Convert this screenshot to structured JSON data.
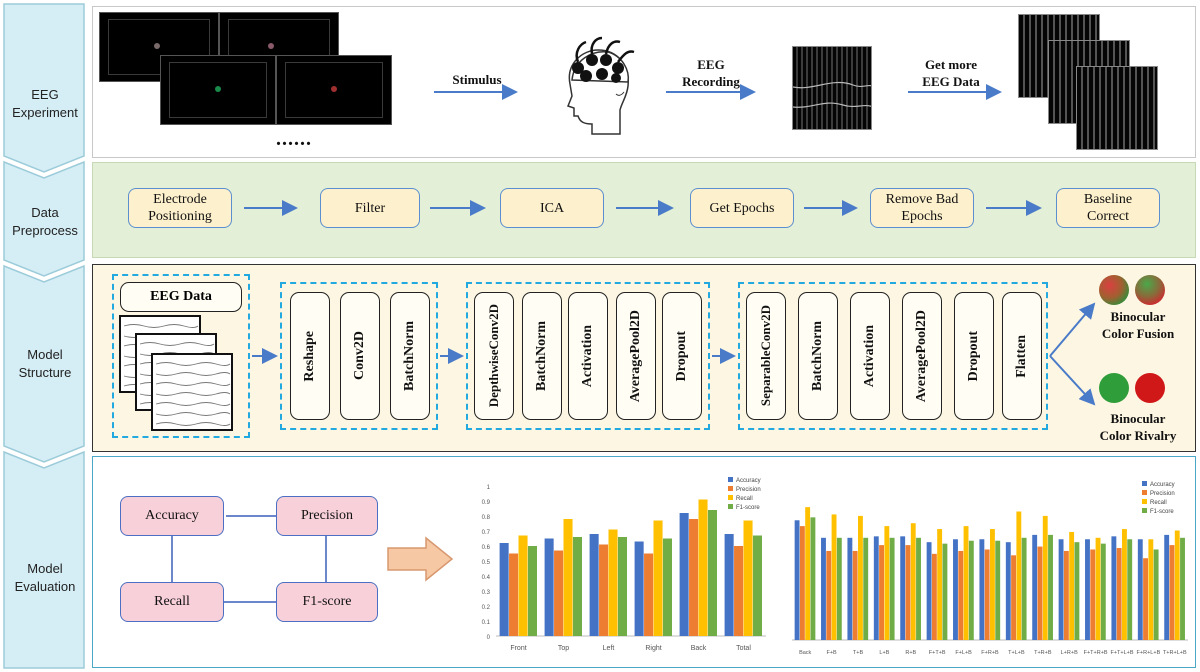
{
  "rows": {
    "experiment": "EEG\nExperiment",
    "preprocess": "Data\nPreprocess",
    "model": "Model\nStructure",
    "evaluation": "Model\nEvaluation"
  },
  "experiment": {
    "ellipsis": "......",
    "stimulus": "Stimulus",
    "recording": "EEG\nRecording",
    "more": "Get more\nEEG Data"
  },
  "preprocess": {
    "steps": [
      "Electrode\nPositioning",
      "Filter",
      "ICA",
      "Get Epochs",
      "Remove Bad\nEpochs",
      "Baseline\nCorrect"
    ]
  },
  "model": {
    "input_label": "EEG Data",
    "block1": [
      "Reshape",
      "Conv2D",
      "BatchNorm"
    ],
    "block2": [
      "DepthwiseConv2D",
      "BatchNorm",
      "Activation",
      "AveragePool2D",
      "Dropout"
    ],
    "block3": [
      "SeparableConv2D",
      "BatchNorm",
      "Activation",
      "AveragePool2D",
      "Dropout",
      "Flatten"
    ],
    "output_fusion": "Binocular\nColor Fusion",
    "output_rivalry": "Binocular\nColor Rivalry"
  },
  "evaluation": {
    "metrics": [
      "Accuracy",
      "Precision",
      "Recall",
      "F1-score"
    ]
  },
  "colors": {
    "accuracy": "#4472c4",
    "precision": "#ed7d31",
    "recall": "#ffc000",
    "f1": "#70ad47"
  },
  "chart_data": [
    {
      "type": "bar",
      "categories": [
        "Front",
        "Top",
        "Left",
        "Right",
        "Back",
        "Total"
      ],
      "yticks": [
        "0",
        "0.1",
        "0.2",
        "0.3",
        "0.4",
        "0.5",
        "0.6",
        "0.7",
        "0.8",
        "0.9",
        "1"
      ],
      "ylim": [
        0,
        1
      ],
      "legend": "top-right",
      "series": [
        {
          "name": "Accuracy",
          "values": [
            0.62,
            0.65,
            0.68,
            0.63,
            0.82,
            0.68
          ]
        },
        {
          "name": "Precision",
          "values": [
            0.55,
            0.57,
            0.61,
            0.55,
            0.78,
            0.6
          ]
        },
        {
          "name": "Recall",
          "values": [
            0.67,
            0.78,
            0.71,
            0.77,
            0.91,
            0.77
          ]
        },
        {
          "name": "F1-score",
          "values": [
            0.6,
            0.66,
            0.66,
            0.65,
            0.84,
            0.67
          ]
        }
      ]
    },
    {
      "type": "bar",
      "categories": [
        "Back",
        "F+B",
        "T+B",
        "L+B",
        "R+B",
        "F+T+B",
        "F+L+B",
        "F+R+B",
        "T+L+B",
        "T+R+B",
        "L+R+B",
        "F+T+R+B",
        "F+T+L+B",
        "F+R+L+B",
        "T+R+L+B"
      ],
      "ylim": [
        0,
        1
      ],
      "legend": "top-right",
      "series": [
        {
          "name": "Accuracy",
          "values": [
            0.82,
            0.7,
            0.7,
            0.71,
            0.71,
            0.67,
            0.69,
            0.69,
            0.67,
            0.72,
            0.69,
            0.69,
            0.71,
            0.69,
            0.72
          ]
        },
        {
          "name": "Precision",
          "values": [
            0.78,
            0.61,
            0.61,
            0.65,
            0.65,
            0.59,
            0.61,
            0.62,
            0.58,
            0.64,
            0.61,
            0.62,
            0.63,
            0.56,
            0.65
          ]
        },
        {
          "name": "Recall",
          "values": [
            0.91,
            0.86,
            0.85,
            0.78,
            0.8,
            0.76,
            0.78,
            0.76,
            0.88,
            0.85,
            0.74,
            0.7,
            0.76,
            0.69,
            0.75
          ]
        },
        {
          "name": "F1-score",
          "values": [
            0.84,
            0.7,
            0.7,
            0.7,
            0.7,
            0.66,
            0.68,
            0.68,
            0.7,
            0.72,
            0.67,
            0.66,
            0.69,
            0.62,
            0.7
          ]
        }
      ]
    }
  ]
}
